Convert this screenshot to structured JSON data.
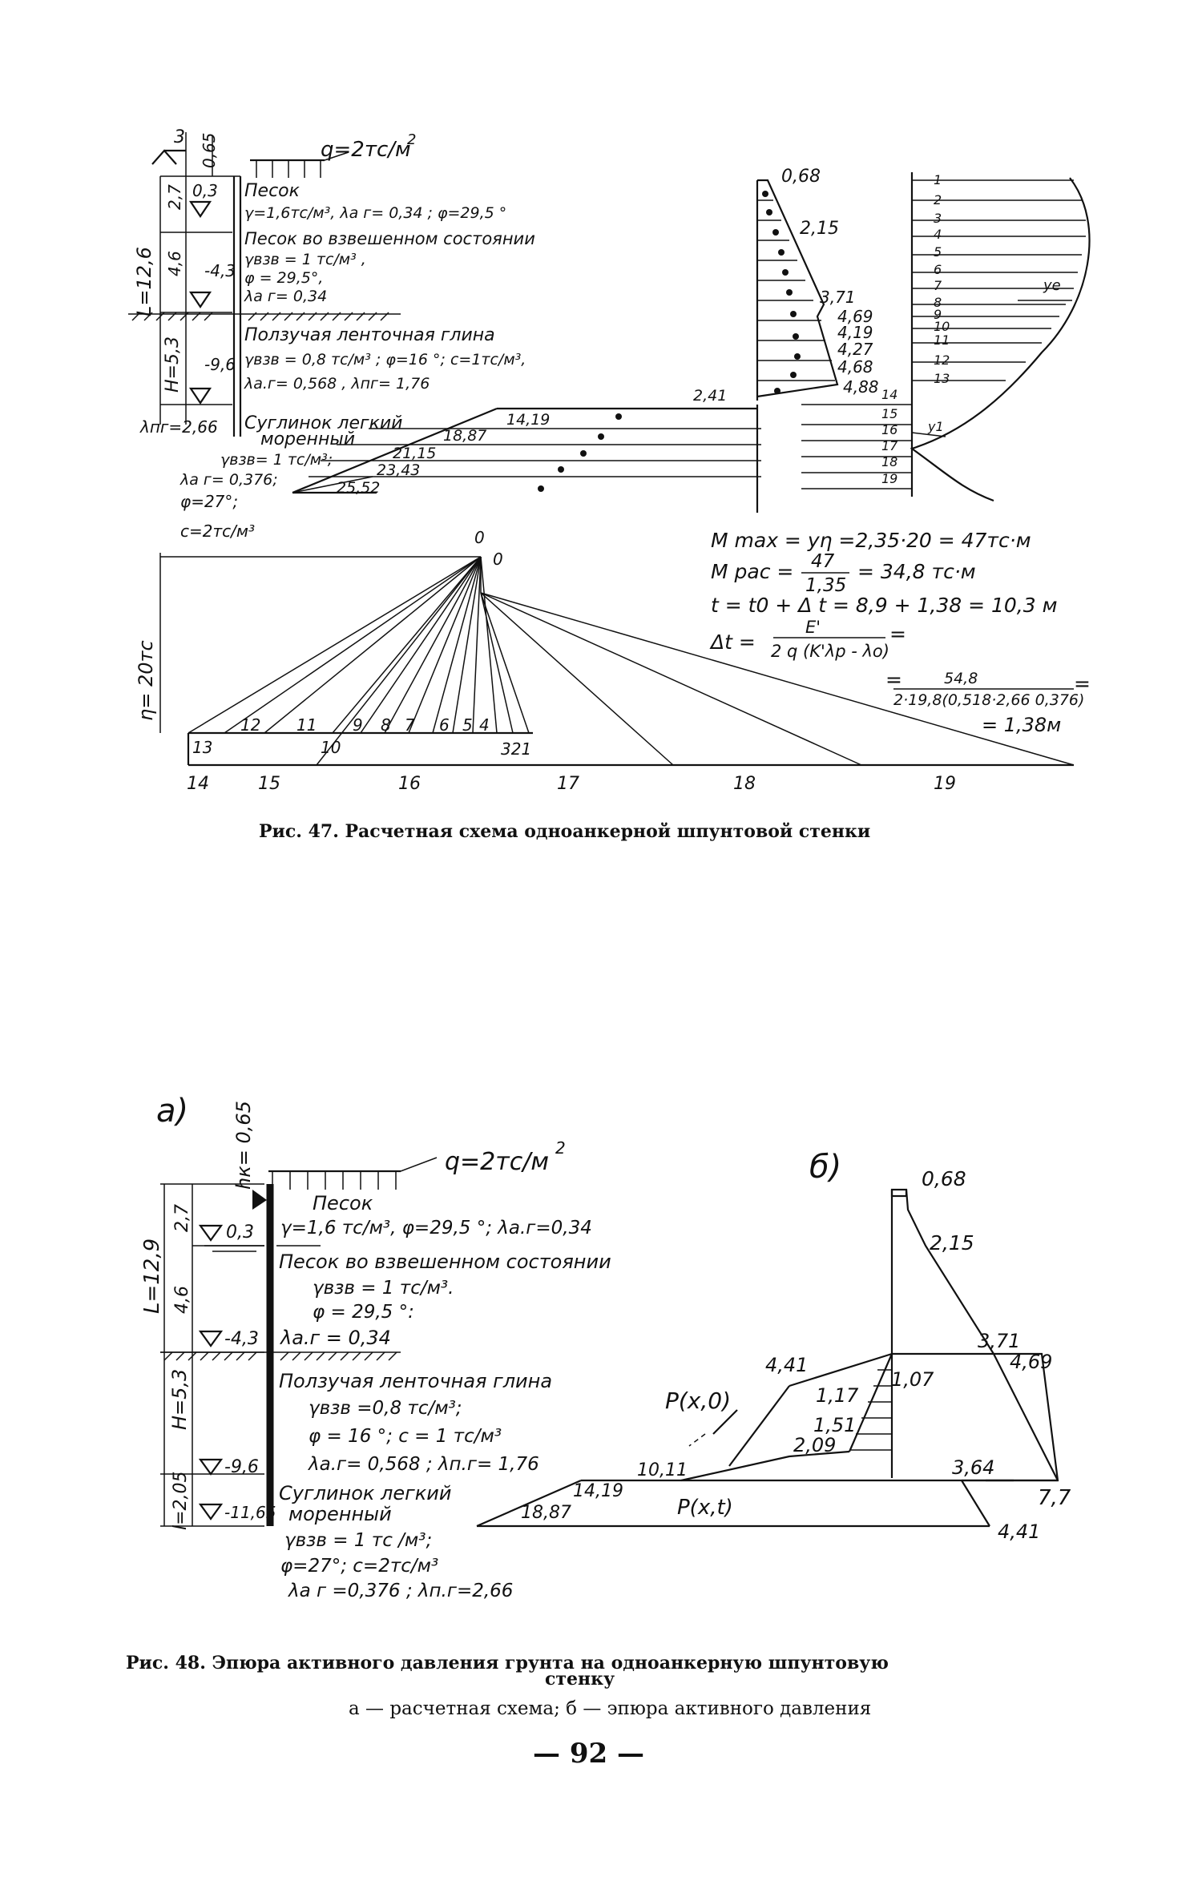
{
  "fig47": {
    "caption": "Рис. 47. Расчетная схема одноанкерной шпунтовой стенки",
    "dim_top": "3",
    "dim_065": "0,65",
    "q_label": "q=2тс/м",
    "q_exp": "2",
    "dim_L": "L=12,6",
    "dim_H": "H=5,3",
    "dim_27": "2,7",
    "dim_46": "4,6",
    "lvl_03": "0,3",
    "lvl_43": "-4,3",
    "lvl_96": "-9,6",
    "sand_title": "Песок",
    "sand_props": "γ=1,6тс/м³, λа г= 0,34 ; φ=29,5 °",
    "susp_title": "Песок во взвешенном состоянии",
    "susp_g": "γвзв = 1 тс/м³ ,",
    "susp_phi": "φ = 29,5°,",
    "susp_lam": "λа г= 0,34",
    "clay_title": "Ползучая ленточная глина",
    "clay_g": "γвзв = 0,8 тс/м³ ; φ=16 °; с=1тс/м³,",
    "clay_lam": "λа.г= 0,568 ,  λпг= 1,76",
    "lam_pg": "λпг=2,66",
    "loam_title": "Суглинок легкий",
    "loam_title2": "моренный",
    "loam_g": "γвзв= 1 тс/м³;",
    "loam_lam": "λа г= 0,376;",
    "loam_phi": "φ=27°;",
    "loam_c": "с=2тс/м³",
    "pressure_labels": [
      "0,68",
      "2,15",
      "3,71",
      "4,69",
      "4,19",
      "4,27",
      "4,68",
      "4,88",
      "2,41"
    ],
    "passive_labels": [
      "14,19",
      "18,87",
      "21,15",
      "23,43",
      "25,52"
    ],
    "force_numbers": [
      "1",
      "2",
      "3",
      "4",
      "5",
      "6",
      "7",
      "8",
      "9",
      "10",
      "11",
      "12",
      "13",
      "14",
      "15",
      "16",
      "17",
      "18",
      "19"
    ],
    "y_e": "уе",
    "y_1": "у1",
    "eta_label": "η= 20тс",
    "pole_0a": "0",
    "pole_0b": "0",
    "poly_small": [
      "12",
      "11",
      "9",
      "8",
      "7",
      "6",
      "5",
      "4"
    ],
    "poly_tail": "321",
    "poly_13": "13",
    "poly_10": "10",
    "poly_bottom": [
      "14",
      "15",
      "16",
      "17",
      "18",
      "19"
    ],
    "eq_mmax": "M max = уη =2,35·20 = 47тс·м",
    "eq_mrac_lhs": "M рас =",
    "eq_mrac_num": "47",
    "eq_mrac_den": "1,35",
    "eq_mrac_rhs": "= 34,8 тс·м",
    "eq_t": "t = t0 + Δ t = 8,9 + 1,38 = 10,3 м",
    "eq_dt_lhs": "Δt =",
    "eq_dt_num": "E'",
    "eq_dt_den": "2 q (K'λр - λо)",
    "eq_dt_eq": "=",
    "eq_frac2_num": "54,8",
    "eq_frac2_den": "2·19,8(0,518·2,66  0,376)",
    "eq_res": "= 1,38м"
  },
  "fig48": {
    "label_a": "а)",
    "label_b": "б)",
    "hk_label": "hк= 0,65",
    "q_label": "q=2тс/м",
    "q_exp": "2",
    "dim_L": "L=12,9",
    "dim_H": "H=5,3",
    "dim_l": "l=2,05",
    "dim_27": "2,7",
    "dim_46": "4,6",
    "lvl_03": "0,3",
    "lvl_43": "-4,3",
    "lvl_96": "-9,6",
    "lvl_1165": "-11,65",
    "sand_title": "Песок",
    "sand_props": "γ=1,6 тс/м³, φ=29,5 °; λа.г=0,34",
    "susp_title": "Песок во взвешенном состоянии",
    "susp_g": "γвзв = 1 тс/м³.",
    "susp_phi": "φ = 29,5 °:",
    "susp_lam": "λа.г = 0,34",
    "clay_title": "Ползучая ленточная глина",
    "clay_g": "γвзв =0,8 тс/м³;",
    "clay_phi": "φ = 16 °; с = 1 тс/м³",
    "clay_lam": "λа.г= 0,568 ; λп.г= 1,76",
    "loam_title": "Суглинок легкий",
    "loam_title2": "моренный",
    "loam_g": "γвзв = 1 тс /м³;",
    "loam_phi": "φ=27°; с=2тс/м³",
    "loam_lam": "λа г =0,376 ; λп.г=2,66",
    "b_labels": [
      "0,68",
      "2,15",
      "3,71",
      "4,69",
      "1,07",
      "4,41",
      "1,17",
      "1,51",
      "2,09",
      "3,64",
      "7,7",
      "4,41",
      "10,11",
      "14,19",
      "18,87"
    ],
    "p_x0": "P(x,0)",
    "p_xt": "P(x,t)",
    "caption_1": "Рис. 48. Эпюра активного давления грунта на одноанкерную шпунтовую",
    "caption_2": "стенку",
    "caption_sub": "а — расчетная схема; б — эпюра активного давления"
  },
  "page_number": "— 92 —"
}
